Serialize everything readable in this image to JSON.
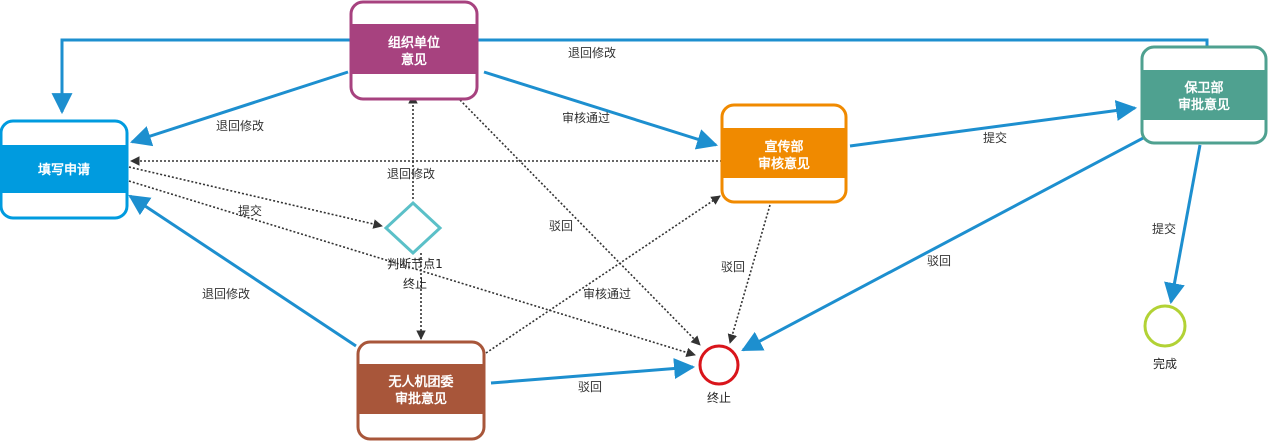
{
  "colors": {
    "fill_apply": "#009bdf",
    "fill_org": "#a7427f",
    "fill_xc": "#f08a00",
    "fill_bw": "#4fa190",
    "fill_wrj": "#a8563a",
    "edge_blue": "#1d8fcf",
    "edge_dotted": "#333333",
    "diamond": "#5bc0c8",
    "end_red": "#d9151b",
    "done_green": "#b2d235"
  },
  "nodes": {
    "apply": {
      "title": "填写申请"
    },
    "org": {
      "title1": "组织单位",
      "title2": "意见"
    },
    "xc": {
      "title1": "宣传部",
      "title2": "审核意见"
    },
    "bw": {
      "title1": "保卫部",
      "title2": "审批意见"
    },
    "wrj": {
      "title1": "无人机团委",
      "title2": "审批意见"
    },
    "judge": {
      "label1": "判断节点1",
      "label2": "终止"
    },
    "end": {
      "label": "终止"
    },
    "done": {
      "label": "完成"
    }
  },
  "edges": {
    "bw_to_apply": "退回修改",
    "org_to_apply": "退回修改",
    "org_to_xc": "审核通过",
    "xc_to_bw": "提交",
    "xc_to_apply": "退回修改",
    "apply_to_judge": "提交",
    "org_to_end": "驳回",
    "xc_to_end": "驳回",
    "bw_to_end": "驳回",
    "bw_to_done": "提交",
    "wrj_to_apply": "退回修改",
    "wrj_to_xc": "审核通过",
    "wrj_to_end": "驳回"
  }
}
